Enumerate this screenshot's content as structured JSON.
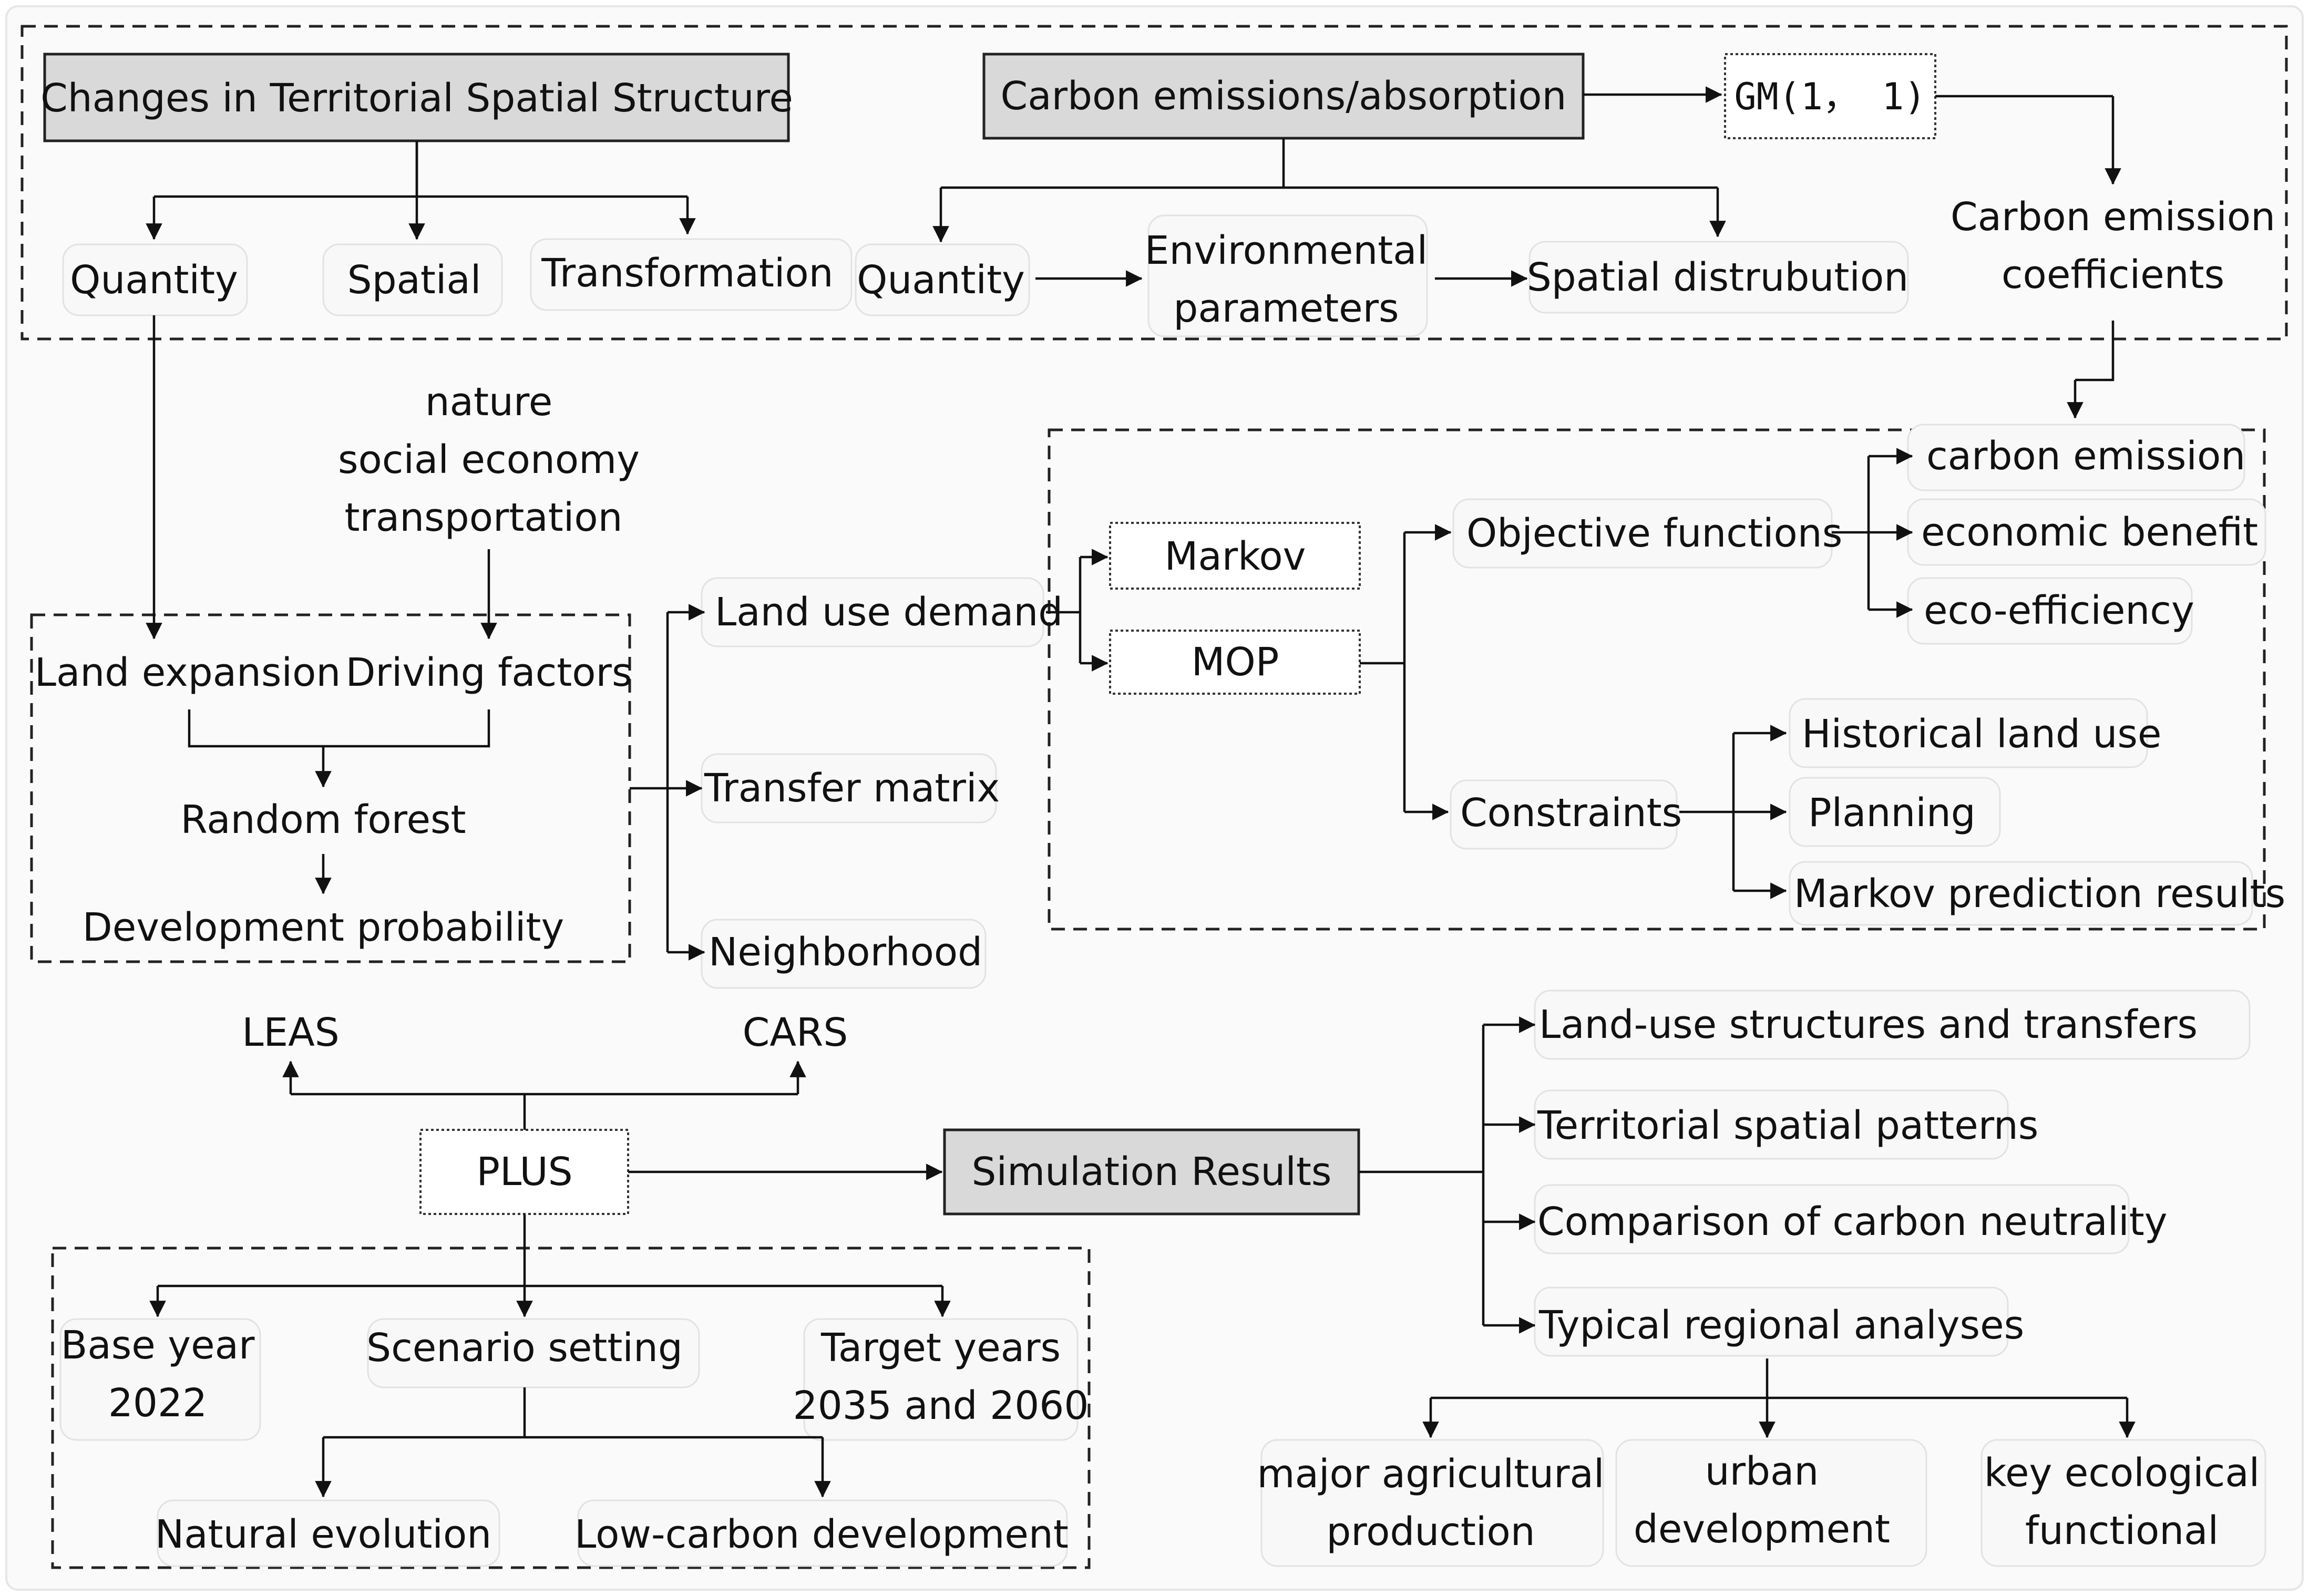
{
  "nodes": {
    "changes": "Changes in Territorial Spatial Structure",
    "carbon_emissions": "Carbon emissions/absorption",
    "gm": "GM(1， 1)",
    "quantity_1": "Quantity",
    "spatial": "Spatial",
    "transformation": "Transformation",
    "quantity_2": "Quantity",
    "env_line1": "Environmental",
    "env_line2": "parameters",
    "spatial_distribution": "Spatial distrubution",
    "coef_line1": "Carbon emission",
    "coef_line2": "coefficients",
    "factors_line1": "nature",
    "factors_line2": "social economy",
    "factors_line3": "transportation",
    "land_expansion": "Land expansion",
    "driving_factors": "Driving factors",
    "random_forest": "Random forest",
    "development_probability": "Development probability",
    "land_use_demand": "Land use demand",
    "transfer_matrix": "Transfer matrix",
    "neighborhood": "Neighborhood",
    "markov": "Markov",
    "mop": "MOP",
    "objective_functions": "Objective functions",
    "carbon_emission": "carbon emission",
    "economic_benefit": "economic benefit",
    "eco_efficiency": "eco-efficiency",
    "constraints": "Constraints",
    "historical_land_use": "Historical land use",
    "planning": "Planning",
    "markov_prediction": "Markov prediction results",
    "leas": "LEAS",
    "cars": "CARS",
    "plus": "PLUS",
    "simulation_results": "Simulation Results",
    "base_year_line1": "Base year",
    "base_year_line2": "2022",
    "scenario_setting": "Scenario setting",
    "target_line1": "Target years",
    "target_line2": "2035 and 2060",
    "natural_evolution": "Natural evolution",
    "low_carbon": "Low-carbon development",
    "res_structures": "Land-use structures and transfers",
    "res_patterns": "Territorial spatial patterns",
    "res_neutrality": "Comparison of carbon neutrality",
    "res_regional": "Typical regional analyses",
    "agri_line1": "major agricultural",
    "agri_line2": "production",
    "urban_line1": "urban",
    "urban_line2": "development",
    "eco_line1": "key ecological",
    "eco_line2": "functional"
  }
}
